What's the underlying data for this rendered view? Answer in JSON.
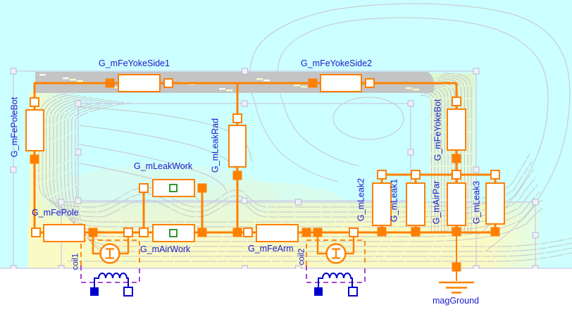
{
  "diagram": {
    "kind": "magnetic-circuit-model",
    "colors": {
      "background": "#CCFFFF",
      "yoke_band": "#C4C4C4",
      "wire": "#FF8000",
      "label_text": "#1A1ACC",
      "electrical": "#0000CC",
      "converter_dash_bottom": "#9933CC",
      "force_marker": "#008000",
      "contour_line": "#C6C6C6",
      "annotation_box": "#C9C9E6"
    },
    "components": [
      {
        "label": "G_mFeYokeSide1"
      },
      {
        "label": "G_mFeYokeSide2"
      },
      {
        "label": "G_mFePoleBot"
      },
      {
        "label": "G_mFePole"
      },
      {
        "label": "G_mLeakRad"
      },
      {
        "label": "G_mLeakWork"
      },
      {
        "label": "G_mAirWork"
      },
      {
        "label": "G_mFeArm"
      },
      {
        "label": "coil1"
      },
      {
        "label": "coil2"
      },
      {
        "label": "G_mLeak2"
      },
      {
        "label": "G_mLeak1"
      },
      {
        "label": "G_mAirPar"
      },
      {
        "label": "G_mLeak3"
      },
      {
        "label": "G_mFeYokeBot"
      },
      {
        "label": "magGround"
      }
    ]
  }
}
